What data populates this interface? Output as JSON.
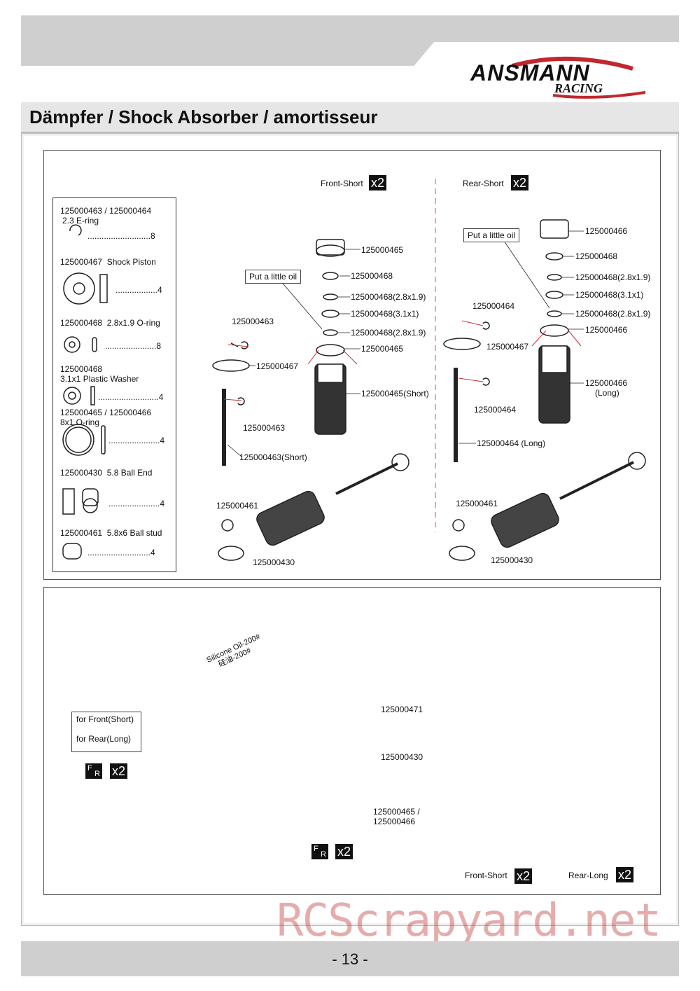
{
  "header": {
    "brand": "ANSMANN",
    "brand_sub": "RACING",
    "title": "Dämpfer / Shock Absorber / amortisseur"
  },
  "parts_list": [
    {
      "id": "125000463 / 125000464",
      "name": "2.3 E-ring",
      "qty": "8"
    },
    {
      "id": "125000467",
      "name": "Shock Piston",
      "qty": "4"
    },
    {
      "id": "125000468",
      "name": "2.8x1.9 O-ring",
      "qty": "8"
    },
    {
      "id": "125000468",
      "name": "3.1x1 Plastic Washer",
      "qty": "4"
    },
    {
      "id": "125000465 / 125000466",
      "name": "8x1 O-ring",
      "qty": "4"
    },
    {
      "id": "125000430",
      "name": "5.8 Ball End",
      "qty": "4"
    },
    {
      "id": "125000461",
      "name": "5.8x6 Ball stud",
      "qty": "4"
    }
  ],
  "front": {
    "title": "Front-Short",
    "qty": "x2",
    "note": "Put a little oil",
    "labels": [
      "125000465",
      "125000468",
      "125000468(2.8x1.9)",
      "125000468(3.1x1)",
      "125000468(2.8x1.9)",
      "125000465",
      "125000465(Short)",
      "125000463",
      "125000467",
      "125000463",
      "125000463(Short)",
      "125000461",
      "125000430"
    ]
  },
  "rear": {
    "title": "Rear-Short",
    "qty": "x2",
    "note": "Put a little oil",
    "labels": [
      "125000466",
      "125000468",
      "125000468(2.8x1.9)",
      "125000468(3.1x1)",
      "125000468(2.8x1.9)",
      "125000466",
      "125000466",
      "(Long)",
      "125000464",
      "125000467",
      "125000464",
      "125000464 (Long)",
      "125000461",
      "125000430"
    ]
  },
  "assembly": {
    "oil_label_1": "Silicone Oil-200#",
    "oil_label_2": "硅油-200#",
    "note_front": "for Front(Short)",
    "note_rear": "for Rear(Long)",
    "fr_f": "F",
    "fr_r": "R",
    "qty": "x2",
    "cap_labels": [
      "125000471",
      "125000430",
      "125000465 /",
      "125000466"
    ],
    "result_front": "Front-Short",
    "result_rear": "Rear-Long"
  },
  "footer": {
    "page": "- 13 -",
    "watermark": "RCScrapyard.net"
  }
}
